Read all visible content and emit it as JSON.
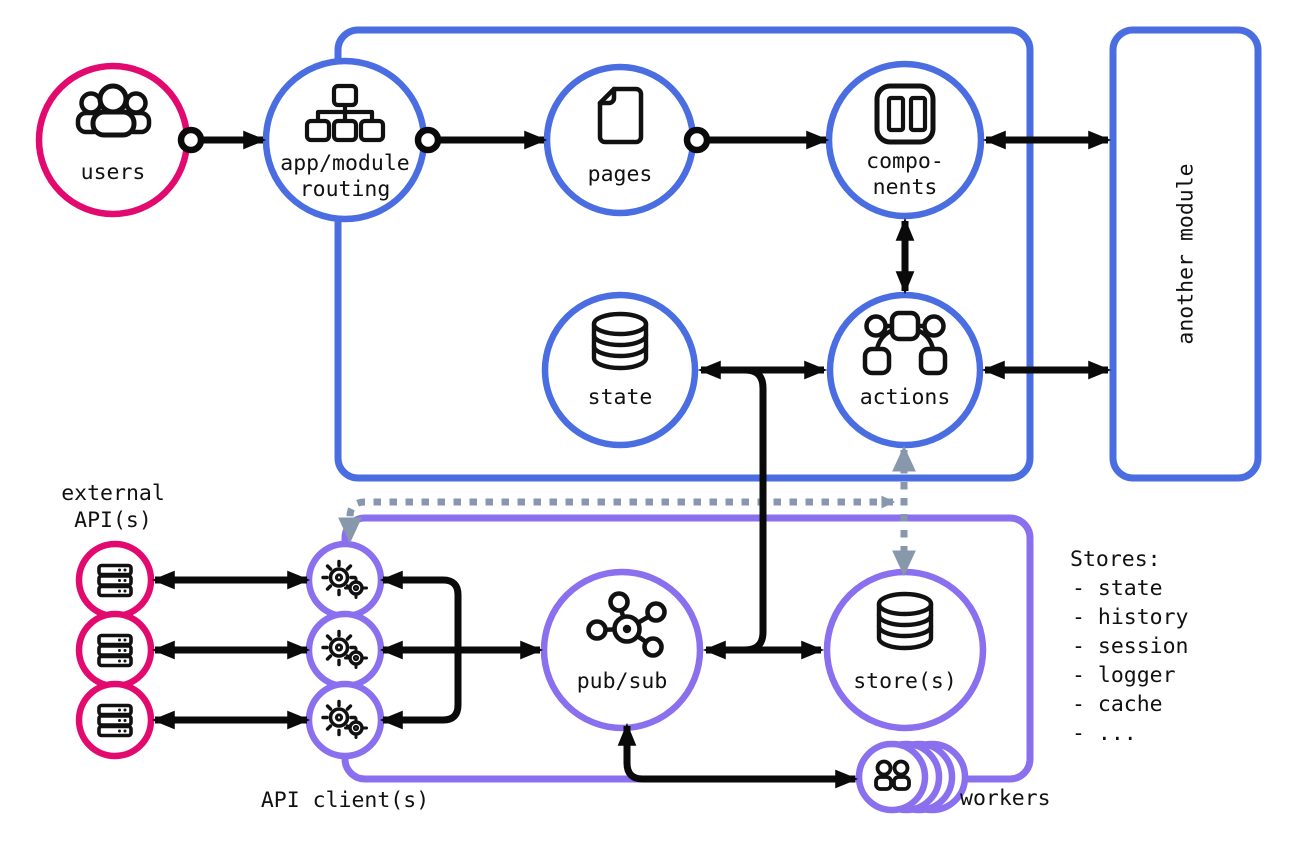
{
  "diagram": {
    "colors": {
      "pink": "#e20a6e",
      "blue": "#4a6de2",
      "purple": "#8a70ef",
      "gray": "#8798ad",
      "ink": "#0a0a0a"
    },
    "nodes": {
      "users": {
        "label": "users",
        "icon": "people-group-icon"
      },
      "routing": {
        "line1": "app/module",
        "line2": "routing",
        "icon": "sitemap-icon"
      },
      "pages": {
        "label": "pages",
        "icon": "file-icon"
      },
      "components": {
        "line1": "compo-",
        "line2": "nents",
        "icon": "layout-columns-icon"
      },
      "another_module": {
        "label": "another module"
      },
      "state": {
        "label": "state",
        "icon": "database-icon"
      },
      "actions": {
        "label": "actions",
        "icon": "workflow-icon"
      },
      "pub_sub": {
        "label": "pub/sub",
        "icon": "hub-network-icon"
      },
      "stores": {
        "label": "store(s)",
        "icon": "database-icon"
      },
      "workers": {
        "label": "workers",
        "icon": "people-group-icon"
      },
      "external_apis": {
        "line1": "external",
        "line2": "API(s)",
        "icon": "server-icon"
      },
      "api_clients": {
        "label": "API client(s)",
        "icon": "gears-icon"
      }
    },
    "stores_list": {
      "title": "Stores:",
      "items": [
        "- state",
        "- history",
        "- session",
        "- logger",
        "- cache",
        "- ..."
      ]
    }
  }
}
